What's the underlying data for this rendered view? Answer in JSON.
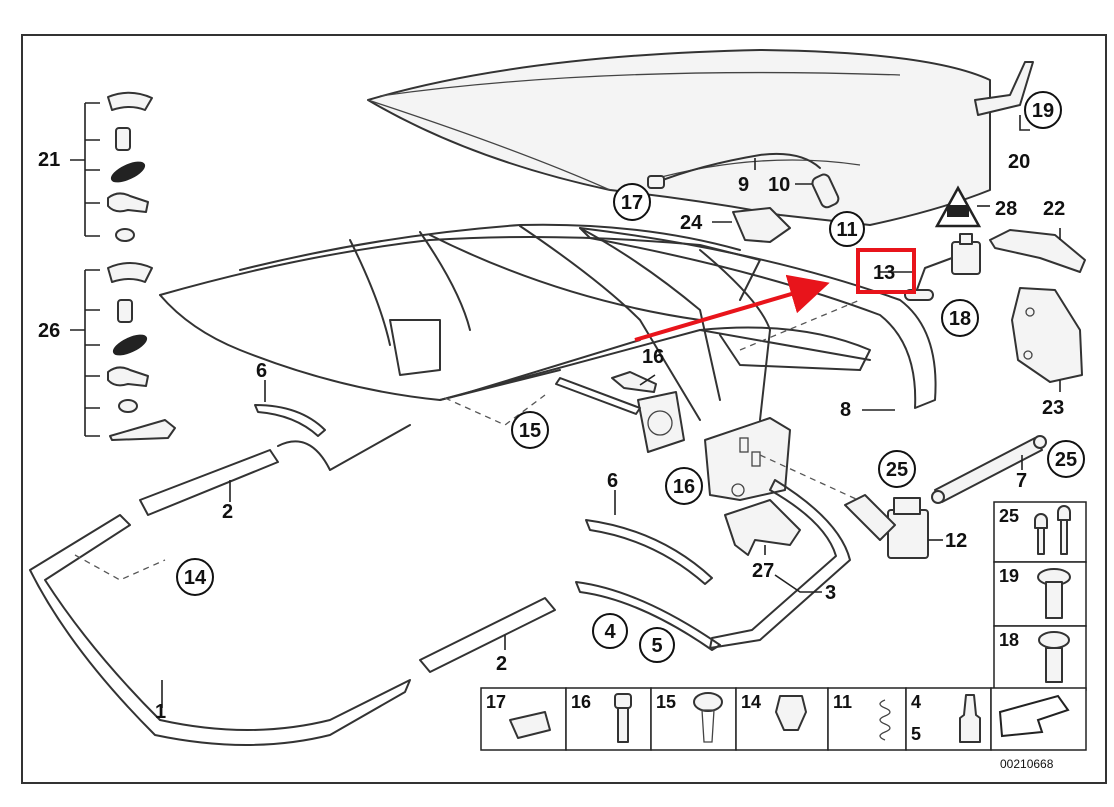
{
  "diagram": {
    "part_labels": {
      "p1": "1",
      "p2a": "2",
      "p2b": "2",
      "p3": "3",
      "p4": "4",
      "p5": "5",
      "p6a": "6",
      "p6b": "6",
      "p7": "7",
      "p8": "8",
      "p9": "9",
      "p10": "10",
      "p11": "11",
      "p12": "12",
      "p13": "13",
      "p14": "14",
      "p15": "15",
      "p16a": "16",
      "p16b": "16",
      "p17": "17",
      "p18": "18",
      "p19": "19",
      "p20": "20",
      "p21": "21",
      "p22": "22",
      "p23": "23",
      "p24": "24",
      "p25a": "25",
      "p25b": "25",
      "p26": "26",
      "p27": "27",
      "p28": "28"
    },
    "side_legend": [
      "25",
      "19",
      "18"
    ],
    "bottom_legend": [
      "17",
      "16",
      "15",
      "14",
      "11",
      "4",
      "5"
    ],
    "catalog_number": "00210668",
    "highlight_color": "#e8141b"
  }
}
